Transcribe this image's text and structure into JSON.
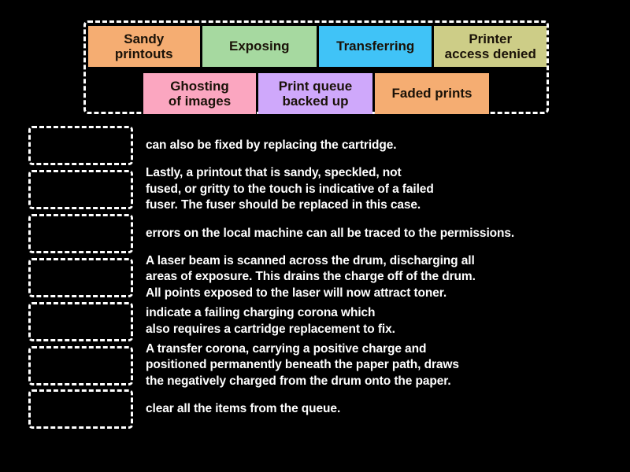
{
  "background_color": "#000000",
  "dash_color": "#ffffff",
  "tile_bank": {
    "name": "draggable-tile-bank",
    "rows": [
      {
        "tiles": [
          {
            "label": "Sandy\nprintouts",
            "color": "#f5ad72",
            "width_class": "w-sandy"
          },
          {
            "label": "Exposing",
            "color": "#a6d9a0",
            "width_class": "w-expo"
          },
          {
            "label": "Transferring",
            "color": "#40c3f7",
            "width_class": "w-trans"
          },
          {
            "label": "Printer\naccess denied",
            "color": "#cdcd87",
            "width_class": "w-denied"
          }
        ]
      },
      {
        "tiles": [
          {
            "label": "Ghosting\nof images",
            "color": "#fba6c0",
            "width_class": "w-ghost"
          },
          {
            "label": "Print queue\nbacked up",
            "color": "#cfa8fb",
            "width_class": "w-queue"
          },
          {
            "label": "Faded prints",
            "color": "#f5ad72",
            "width_class": "w-faded"
          }
        ]
      }
    ]
  },
  "answers": {
    "name": "answer-list",
    "rows": [
      {
        "drop_placeholder": "",
        "text": "can also be fixed by replacing the cartridge."
      },
      {
        "drop_placeholder": "",
        "text": "Lastly, a printout that is sandy, speckled, not\nfused, or gritty to the touch is indicative of a failed\nfuser. The fuser should be replaced in this case."
      },
      {
        "drop_placeholder": "",
        "text": "errors on the local machine can all be traced to the permissions."
      },
      {
        "drop_placeholder": "",
        "text": "A laser beam is scanned across the drum, discharging all\nareas of exposure. This drains the charge off of the drum.\nAll points exposed to the laser will now attract toner."
      },
      {
        "drop_placeholder": "",
        "text": "indicate a failing charging corona which\nalso requires a cartridge replacement to fix."
      },
      {
        "drop_placeholder": "",
        "text": "A transfer corona, carrying a positive charge and\npositioned permanently beneath the paper path, draws\nthe negatively charged from the drum onto the paper."
      },
      {
        "drop_placeholder": "",
        "text": "clear all the items from the queue."
      }
    ]
  }
}
